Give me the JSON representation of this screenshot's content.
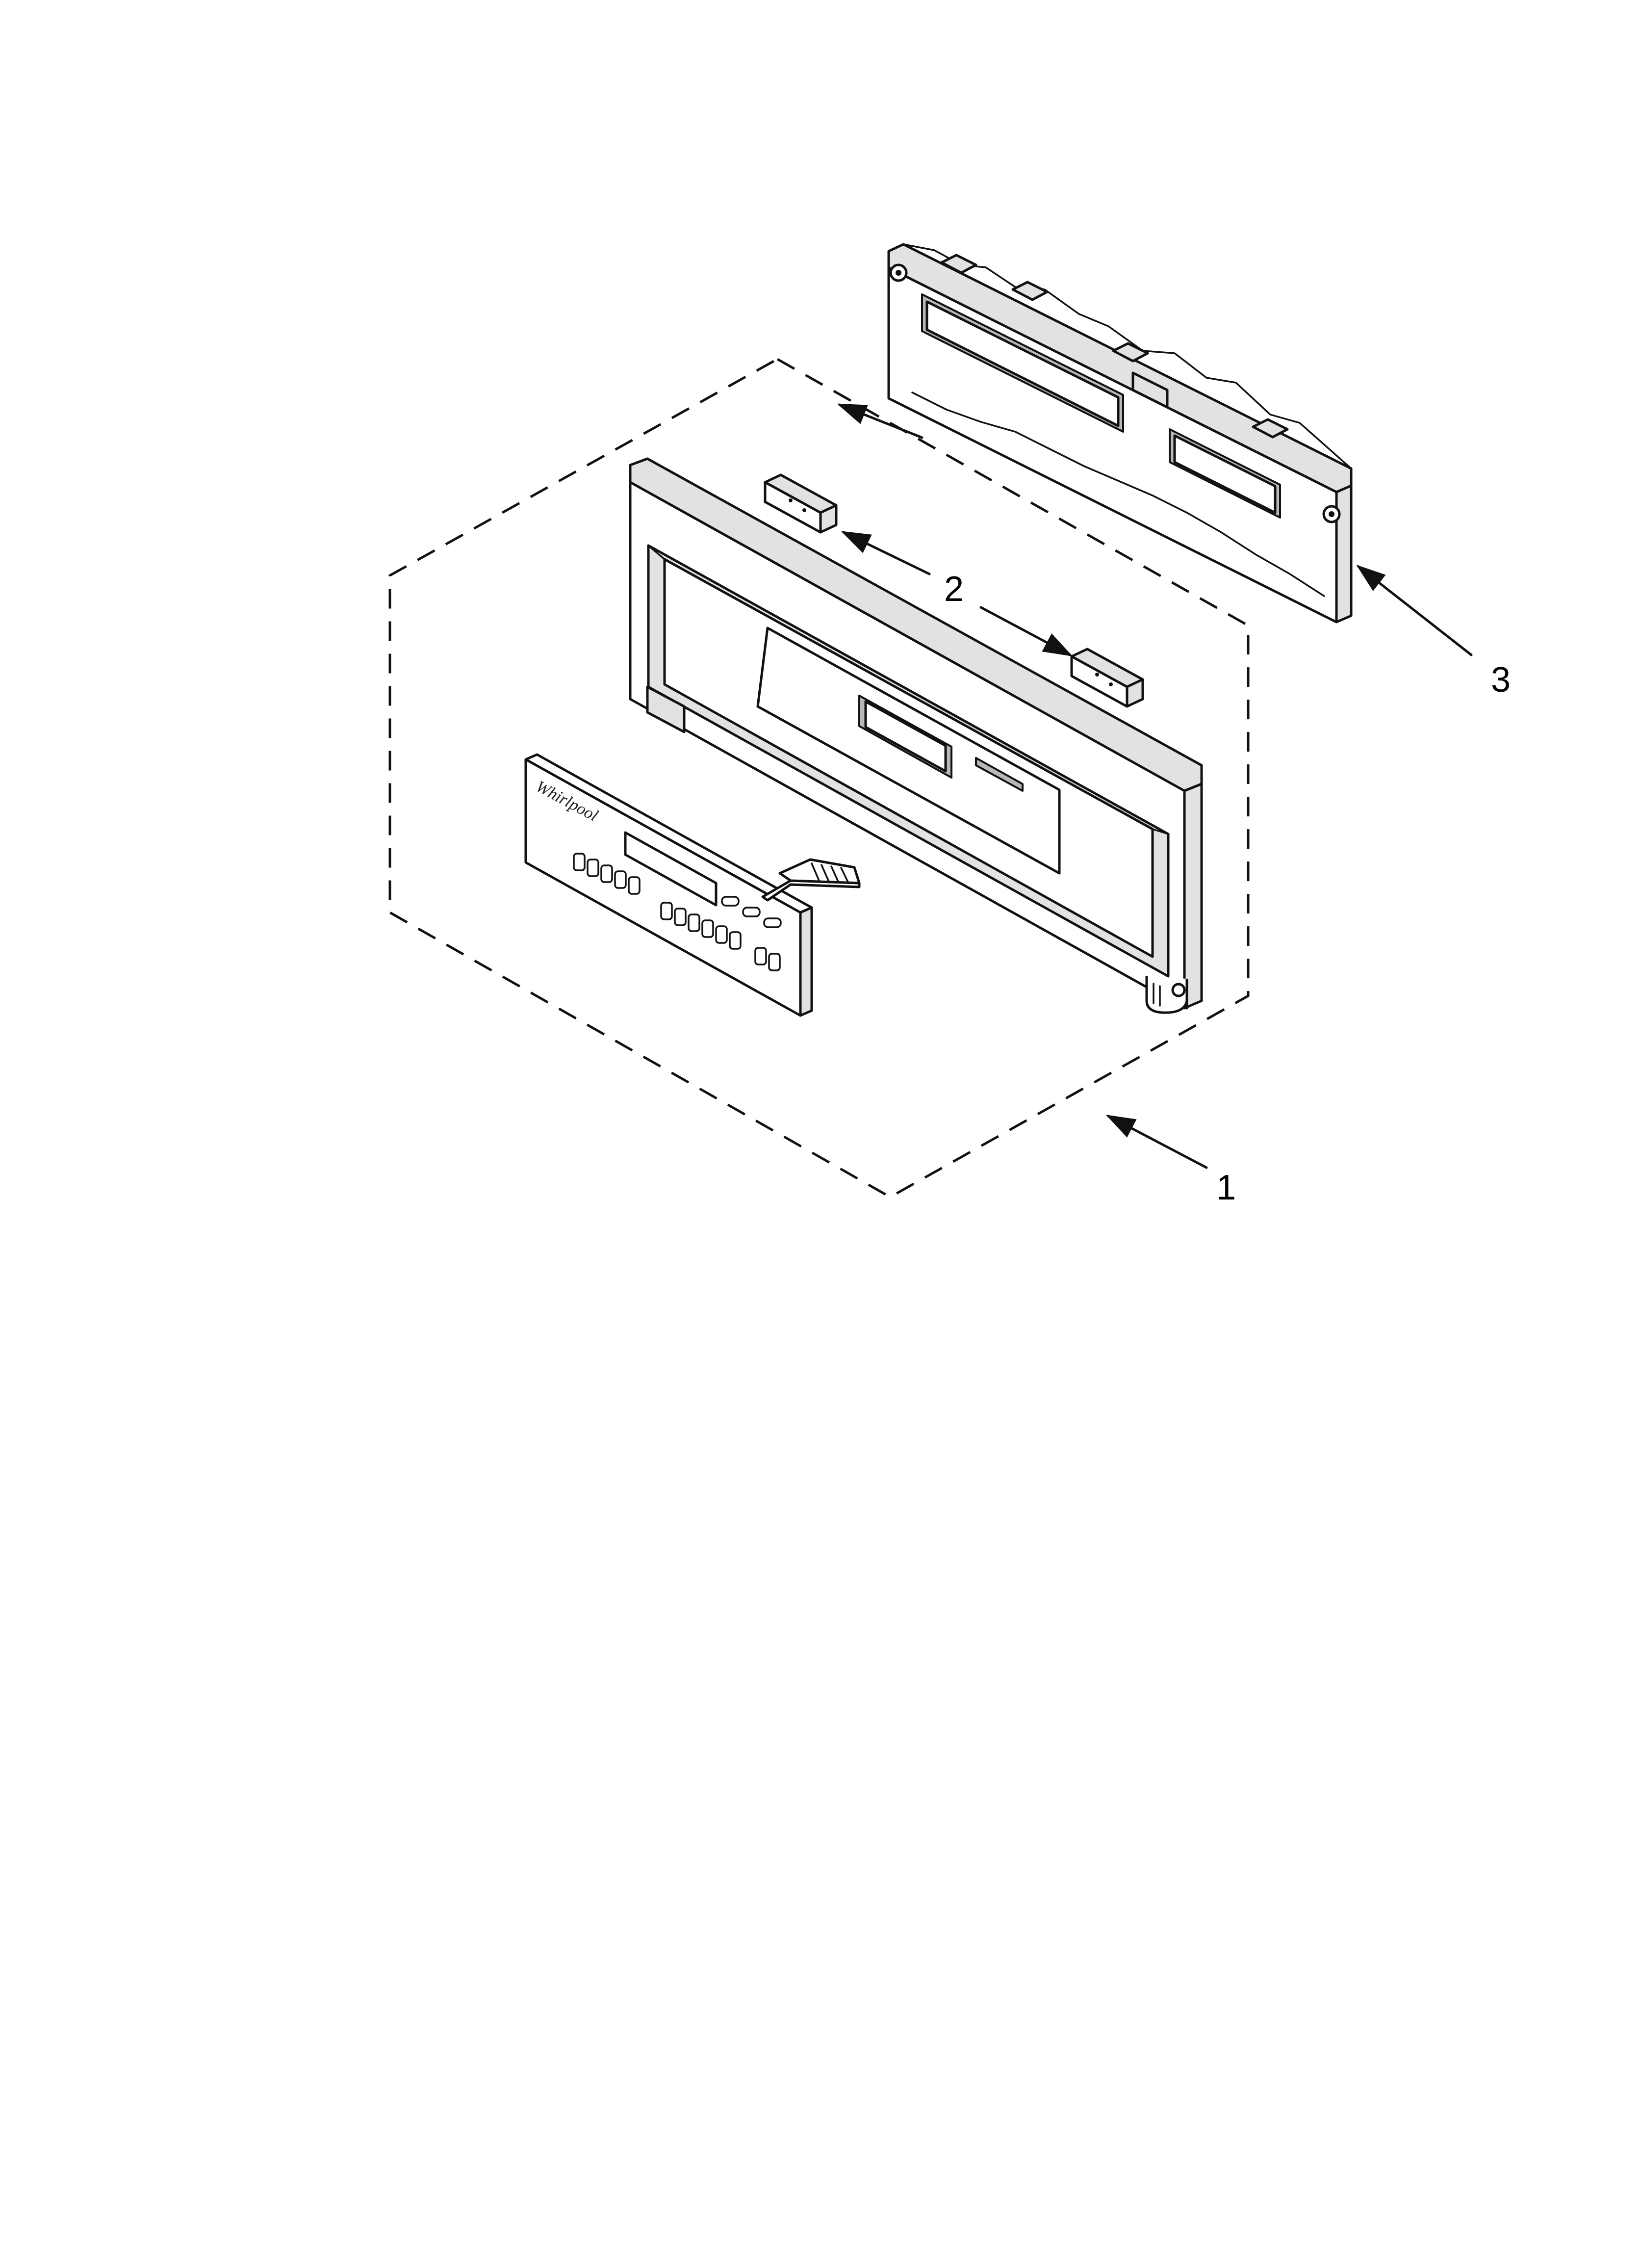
{
  "callouts": {
    "part1": "1",
    "part2": "2",
    "part3": "3"
  },
  "logo": "Whirlpool",
  "colors": {
    "line": "#111111",
    "background": "#ffffff",
    "shade": "#e2e2e2"
  }
}
